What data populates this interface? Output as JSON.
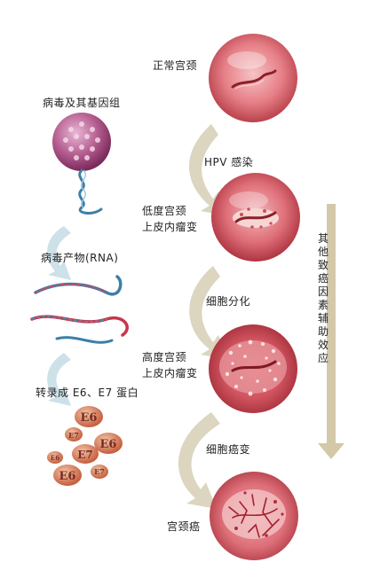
{
  "left_column": {
    "virus_genome_label": "病毒及其基因组",
    "rna_label": "病毒产物(RNA)",
    "protein_label": "转录成 E6、E7 蛋白",
    "protein_spots": [
      "E6",
      "E7",
      "E6",
      "E7",
      "E6",
      "E7",
      "E6"
    ]
  },
  "stages": [
    {
      "label_line1": "正常宫颈",
      "label_line2": ""
    },
    {
      "label_line1": "低度宫颈",
      "label_line2": "上皮内瘤变"
    },
    {
      "label_line1": "高度宫颈",
      "label_line2": "上皮内瘤变"
    },
    {
      "label_line1": "宫颈癌",
      "label_line2": ""
    }
  ],
  "transitions": [
    "HPV 感染",
    "细胞分化",
    "细胞癌变"
  ],
  "side_factor": "其他致癌因素辅助效应",
  "colors": {
    "arrow": "#d9d2bd",
    "arrow_left": "#c9dfe6",
    "tissue": "#e27a82",
    "tissue_dark": "#b7323f",
    "virus": "#9e3d72",
    "dna_blue": "#3d7fa8"
  }
}
